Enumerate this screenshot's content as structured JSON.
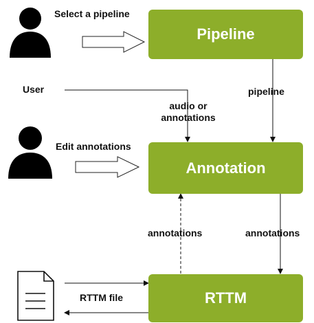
{
  "nodes": {
    "pipeline": "Pipeline",
    "annotation": "Annotation",
    "rttm": "RTTM"
  },
  "labels": {
    "select_pipeline": "Select a pipeline",
    "user": "User",
    "pipeline_edge": "pipeline",
    "audio_or": "audio or",
    "annotations_line": "annotations",
    "edit_annotations": "Edit annotations",
    "annotations_up": "annotations",
    "annotations_down": "annotations",
    "rttm_file": "RTTM file"
  },
  "icons": [
    "user-icon",
    "user-icon",
    "document-icon"
  ],
  "colors": {
    "node_fill": "#8dae2a",
    "node_text": "#ffffff",
    "line": "#111111"
  }
}
